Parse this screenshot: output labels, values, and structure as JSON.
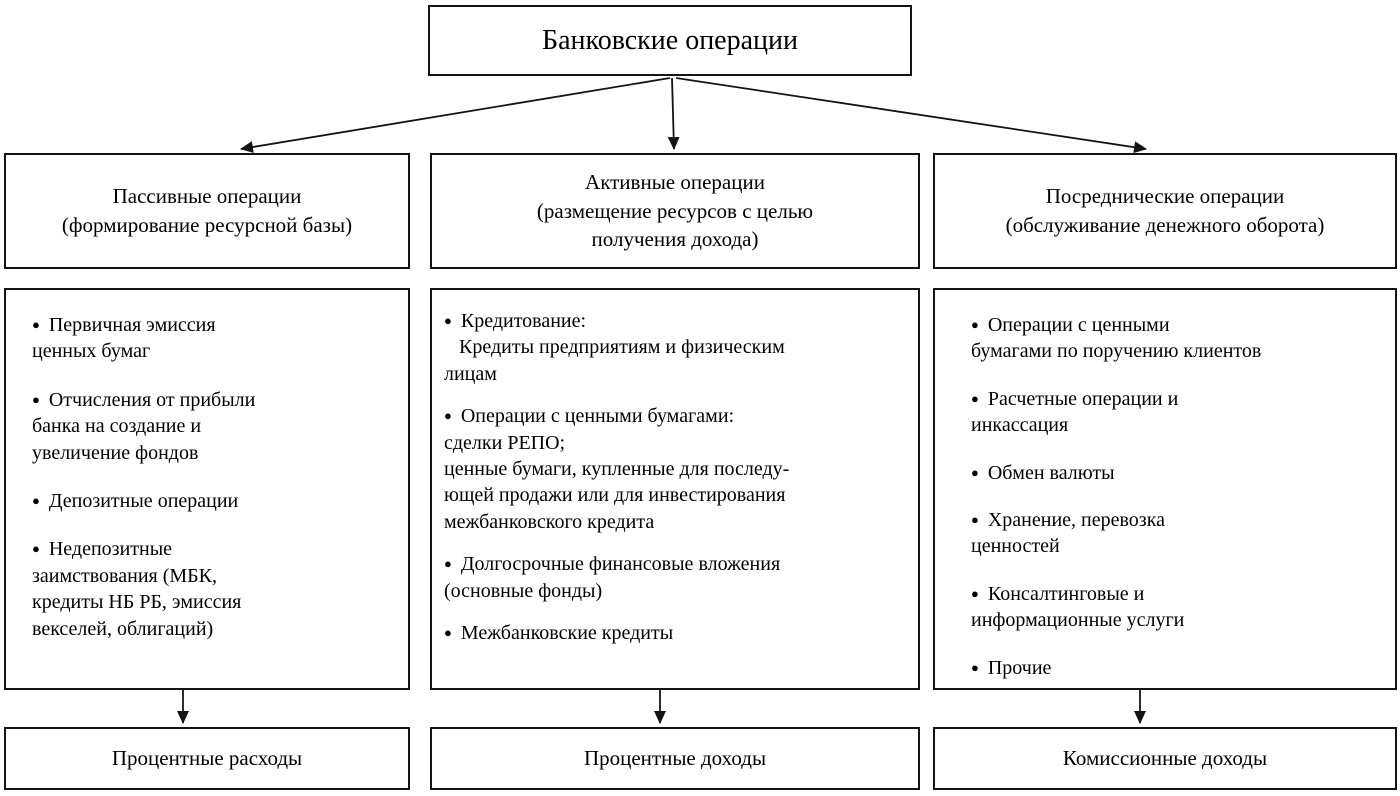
{
  "title": "Банковские операции",
  "line_color": "#141414",
  "columns": [
    {
      "header": "Пассивные операции\n(формирование ресурсной базы)",
      "items": [
        {
          "text": "Первичная эмиссия\nценных бумаг"
        },
        {
          "text": "Отчисления от прибыли\nбанка на создание и\nувеличение фондов"
        },
        {
          "text": "Депозитные операции"
        },
        {
          "text": "Недепозитные\nзаимствования (МБК,\nкредиты НБ РБ, эмиссия\nвекселей, облигаций)"
        }
      ],
      "result": "Процентные расходы"
    },
    {
      "header": "Активные операции\n(размещение ресурсов с целью\nполучения дохода)",
      "items": [
        {
          "text": "Кредитование:\n   Кредиты предприятиям и физическим\nлицам"
        },
        {
          "text": "Операции с ценными бумагами:\nсделки РЕПО;\nценные бумаги, купленные для последу-\nющей продажи или для инвестирования\nмежбанковского кредита"
        },
        {
          "text": "Долгосрочные финансовые вложения\n(основные фонды)"
        },
        {
          "text": "Межбанковские кредиты"
        }
      ],
      "result": "Процентные доходы"
    },
    {
      "header": "Посреднические операции\n(обслуживание денежного оборота)",
      "items": [
        {
          "text": "Операции с ценными\nбумагами по поручению клиентов"
        },
        {
          "text": "Расчетные операции и\nинкассация"
        },
        {
          "text": "Обмен валюты"
        },
        {
          "text": "Хранение, перевозка\nценностей"
        },
        {
          "text": "Консалтинговые и\nинформационные услуги"
        },
        {
          "text": "Прочие"
        }
      ],
      "result": "Комиссионные доходы"
    }
  ]
}
